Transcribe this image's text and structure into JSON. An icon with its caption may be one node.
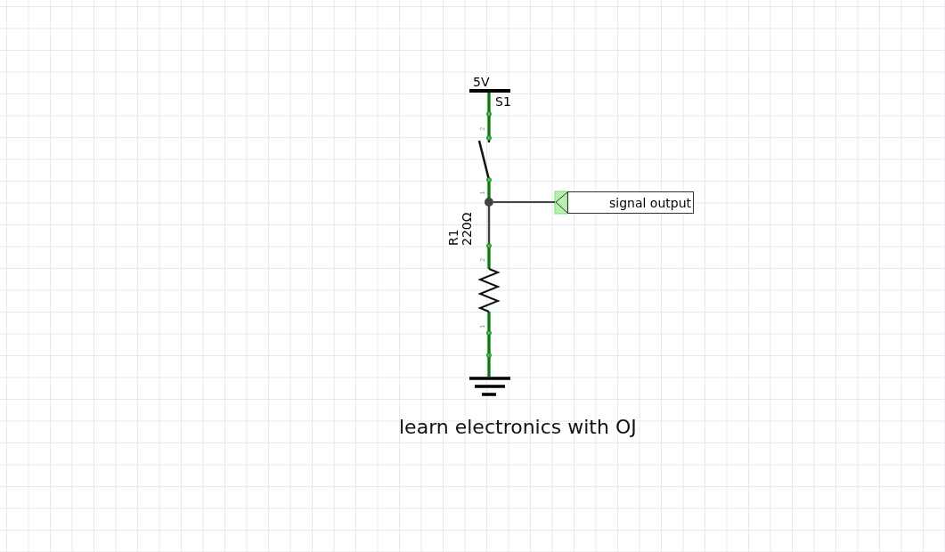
{
  "diagram": {
    "caption": "learn electronics with OJ",
    "nodes": [
      {
        "text": [
          "signal output"
        ]
      },
      {
        "text": [],
        "shape": "circle"
      }
    ],
    "edges": [
      {
        "from": 1,
        "to": 0,
        "arrow": "none"
      }
    ],
    "labels": [
      "5V",
      "S1",
      "2",
      "1",
      "R1",
      "220Ω",
      "2",
      "1"
    ]
  }
}
